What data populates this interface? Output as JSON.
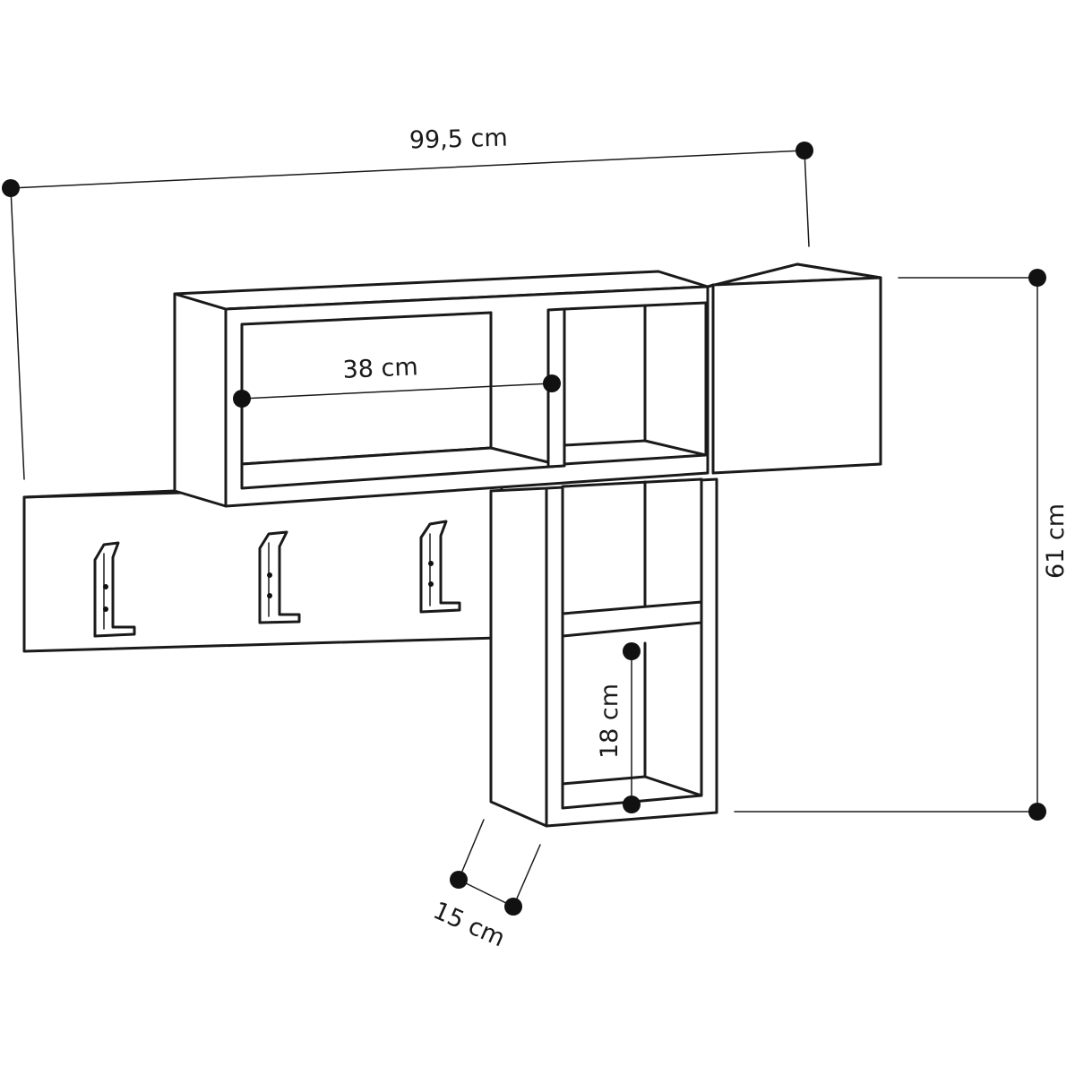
{
  "dimensions": {
    "total_width": "99,5 cm",
    "total_height": "61 cm",
    "inner_width": "38 cm",
    "cube_height": "18 cm",
    "depth": "15 cm"
  },
  "colors": {
    "line": "#1a1a1a",
    "background": "#ffffff"
  }
}
